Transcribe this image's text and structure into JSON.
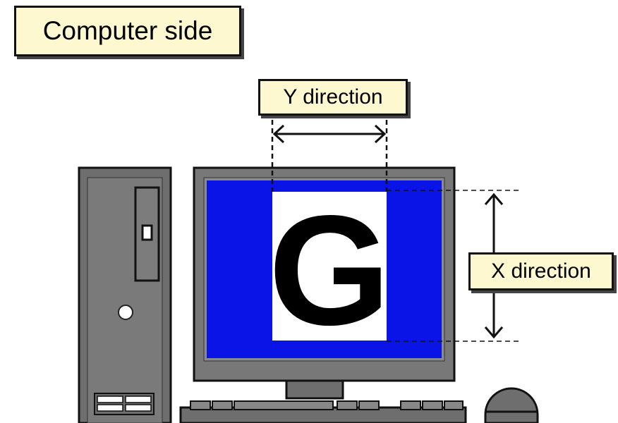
{
  "title": "Computer side",
  "y_label": "Y direction",
  "x_label": "X direction",
  "screen_letter": "G",
  "colors": {
    "screen_blue": "#0a14e6",
    "callout_fill": "#fdf8d0",
    "case_gray": "#6e6e6e",
    "monitor_gray": "#787878"
  },
  "icons": [
    "computer-tower-icon",
    "monitor-icon",
    "keyboard-icon",
    "mouse-icon",
    "double-arrow-icon"
  ]
}
